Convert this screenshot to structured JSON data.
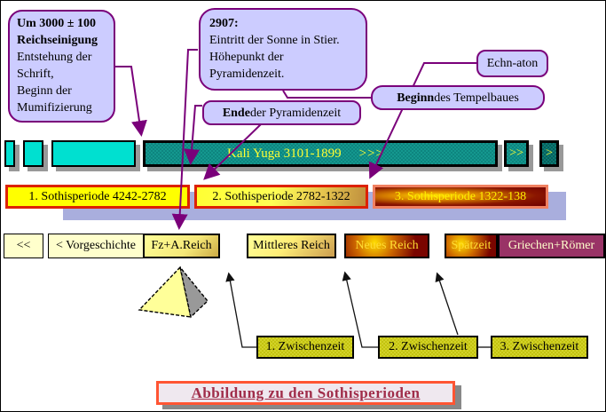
{
  "callouts": {
    "um3000": {
      "bold1": "Um 3000 ± 100",
      "bold2": "Reichseinigung",
      "line3": "Entstehung der",
      "line4": "Schrift,",
      "line5": "Beginn der",
      "line6": "Mumifizierung"
    },
    "y2907": {
      "bold": "2907:",
      "line2": "Eintritt der Sonne in Stier.",
      "line3": "Höhepunkt der",
      "line4": "Pyramidenzeit."
    },
    "ende": {
      "bold": "Ende",
      "rest": " der Pyramidenzeit"
    },
    "beginn": {
      "bold": "Beginn",
      "rest": " des Tempelbaues"
    },
    "echnaton": {
      "label": "Echn-aton"
    }
  },
  "timeline": {
    "bar_label": "Kali Yuga 3101-1899",
    "bar_arrows": ">>>",
    "btn_fast_forward": ">>",
    "btn_step": ">"
  },
  "sothis": {
    "periods": [
      {
        "label": "1. Sothisperiode 4242-2782"
      },
      {
        "label": "2. Sothisperiode 2782-1322"
      },
      {
        "label": "3. Sothisperiode 1322-138"
      }
    ]
  },
  "nav": {
    "items": [
      {
        "label": "<<"
      },
      {
        "label": "< Vorgeschichte"
      },
      {
        "label": "Fz+A.Reich"
      },
      {
        "label": "Mittleres Reich"
      },
      {
        "label": "Neues Reich"
      },
      {
        "label": "Spätzeit"
      },
      {
        "label": "Griechen+Römer"
      }
    ]
  },
  "zwischenzeiten": [
    {
      "label": "1. Zwischenzeit"
    },
    {
      "label": "2. Zwischenzeit"
    },
    {
      "label": "3. Zwischenzeit"
    }
  ],
  "footer": {
    "title": "Abbildung zu den Sothisperioden"
  },
  "colors": {
    "callout_fill": "#ccccff",
    "callout_border": "#7a007a",
    "timeline_cyan": "#00e0d0",
    "timeline_teal": "#108c85",
    "timeline_text": "#ffff33",
    "sothis_yellow": "#ffff00",
    "sothis_red_border": "#dd2200",
    "sothis3_border": "#f08060",
    "sothis_shadow": "#a9aedd",
    "nav_pale_yellow": "#ffffcc",
    "nav_dark_red": "#7a0500",
    "nav_purple": "#993366",
    "zwischenzeit_olive": "#cccc11",
    "title_text": "#a02d4a",
    "title_border": "#ff5533"
  }
}
